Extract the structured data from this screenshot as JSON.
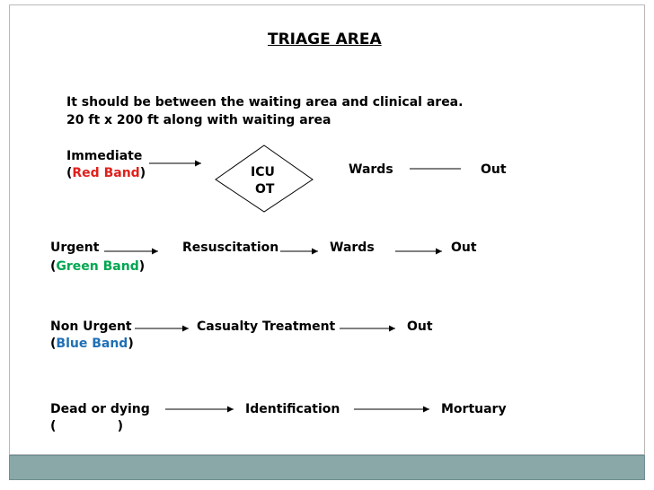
{
  "title": "TRIAGE AREA",
  "intro": {
    "line1": "It should be between the waiting area and clinical area.",
    "line2": "20 ft x 200 ft along with waiting area"
  },
  "colors": {
    "red": "#e0201b",
    "green": "#00a651",
    "blue": "#1f6fb5",
    "footer": "#8aa8a8"
  },
  "immediate": {
    "label": "Immediate",
    "open": "(",
    "band": "Red Band",
    "close": ")",
    "diamond_line1": "ICU",
    "diamond_line2": "OT",
    "wards": "Wards",
    "out": "Out"
  },
  "urgent": {
    "label": "Urgent",
    "open": "(",
    "band": "Green Band",
    "close": ")",
    "step1": "Resuscitation",
    "step2": "Wards",
    "step3": "Out"
  },
  "non_urgent": {
    "label": "Non Urgent",
    "open": "(",
    "band": "Blue Band",
    "close": ")",
    "step1": "Casualty Treatment",
    "step2": "Out"
  },
  "dead": {
    "label": "Dead or dying",
    "bracket": "(              )",
    "step1": "Identification",
    "step2": "Mortuary"
  }
}
